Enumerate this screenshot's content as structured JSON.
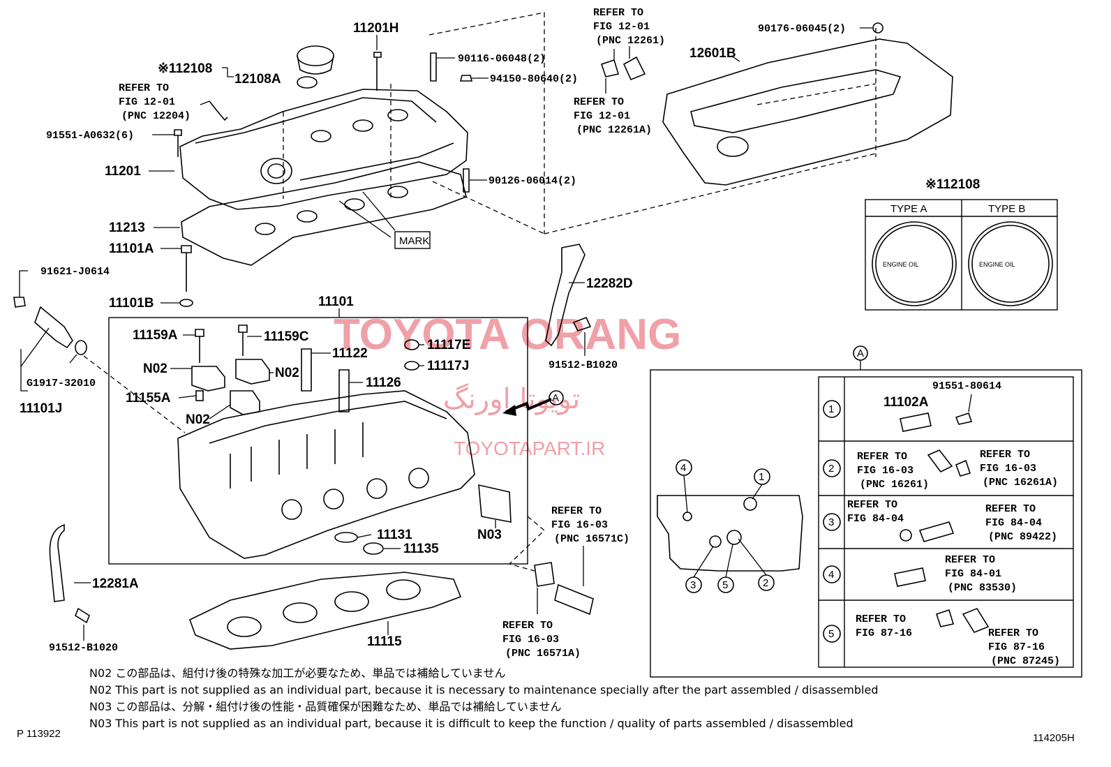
{
  "labels": {
    "l_11201H": "11201H",
    "l_12108": "※112108",
    "l_12108A": "12108A",
    "l_90116": "90116-06048(2)",
    "l_94150": "94150-80640(2)",
    "l_90126": "90126-06014(2)",
    "l_91551": "91551-A0632(6)",
    "l_11201": "11201",
    "l_11213": "11213",
    "l_11101A": "11101A",
    "l_11101B": "11101B",
    "l_mark": "MARK",
    "l_91621": "91621-J0614",
    "l_G1917": "G1917-32010",
    "l_11101J": "11101J",
    "l_11101": "11101",
    "l_11159A": "11159A",
    "l_11159C": "11159C",
    "l_11122": "11122",
    "l_11117E": "11117E",
    "l_11117J": "11117J",
    "l_11126": "11126",
    "l_N02a": "N02",
    "l_N02b": "N02",
    "l_N02c": "N02",
    "l_11155A": "11155A",
    "l_11131": "11131",
    "l_11135": "11135",
    "l_N03": "N03",
    "l_12281A": "12281A",
    "l_91512a": "91512-B1020",
    "l_11115": "11115",
    "l_12282D": "12282D",
    "l_91512b": "91512-B1020",
    "l_90176": "90176-06045(2)",
    "l_12601B": "12601B",
    "l_12108b": "※112108",
    "l_A_arrow": "A",
    "l_A_box": "A"
  },
  "refs": {
    "r1": [
      "REFER TO",
      "FIG 12-01",
      "(PNC 12204)"
    ],
    "r2": [
      "REFER TO",
      "FIG 12-01",
      "(PNC 12261)"
    ],
    "r3": [
      "REFER TO",
      "FIG 12-01",
      "(PNC 12261A)"
    ],
    "r4": [
      "REFER TO",
      "FIG 16-03",
      "(PNC 16571C)"
    ],
    "r5": [
      "REFER TO",
      "FIG 16-03",
      "(PNC 16571A)"
    ]
  },
  "cap_table": {
    "type_a": "TYPE A",
    "type_b": "TYPE B",
    "cap_text_a": "ENGINE OIL",
    "cap_text_b": "ENGINE OIL"
  },
  "detail_table": {
    "rows": [
      {
        "num": "1",
        "parts": [
          "91551-80614",
          "11102A"
        ]
      },
      {
        "num": "2",
        "refs": [
          "REFER TO",
          "FIG 16-03",
          "(PNC 16261)",
          "REFER TO",
          "FIG 16-03",
          "(PNC 16261A)"
        ]
      },
      {
        "num": "3",
        "refs": [
          "REFER TO",
          "FIG 84-04",
          "REFER TO",
          "FIG 84-04",
          "(PNC 89422)"
        ]
      },
      {
        "num": "4",
        "refs": [
          "REFER TO",
          "FIG 84-01",
          "(PNC 83530)"
        ]
      },
      {
        "num": "5",
        "refs": [
          "REFER TO",
          "FIG 87-16",
          "REFER TO",
          "FIG 87-16",
          "(PNC 87245)"
        ]
      }
    ],
    "callouts": [
      "4",
      "1",
      "3",
      "5",
      "2"
    ]
  },
  "notes": [
    "N02 この部品は、組付け後の特殊な加工が必要なため、単品では補給していません",
    "N02 This part is not supplied as an individual part, because it is necessary to maintenance specially after the part assembled / disassembled",
    "N03 この部品は、分解・組付け後の性能・品質確保が困難なため、単品では補給していません",
    "N03 This part is not supplied as an individual part, because it is difficult to keep the function / quality of parts  assembled / disassembled"
  ],
  "footer": {
    "left": "P 113922",
    "right": "114205H"
  },
  "watermark": {
    "main": "TOYOTA ORANG",
    "farsi": "تویوتا اورنگ",
    "url": "TOYOTAPART.IR"
  }
}
